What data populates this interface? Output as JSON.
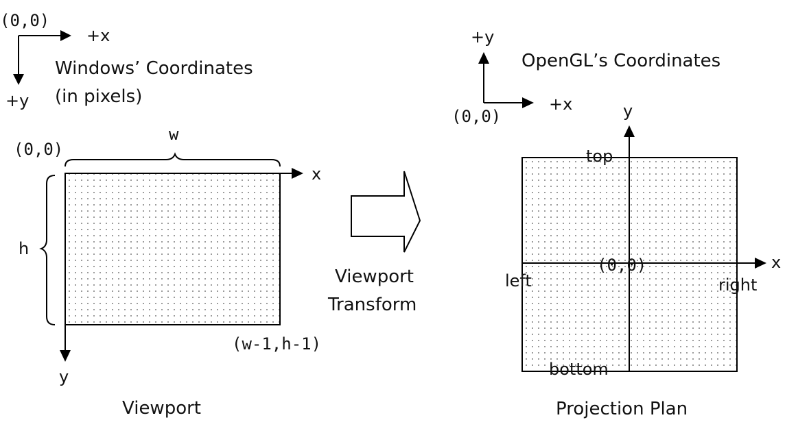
{
  "windows_axes": {
    "origin": "(0,0)",
    "x_label": "+x",
    "y_label": "+y",
    "title_line1": "Windows’ Coordinates",
    "title_line2": "(in pixels)"
  },
  "opengl_axes": {
    "origin": "(0,0)",
    "x_label": "+x",
    "y_label": "+y",
    "title": "OpenGL’s Coordinates"
  },
  "viewport": {
    "origin": "(0,0)",
    "width_label": "w",
    "height_label": "h",
    "x_axis": "x",
    "y_axis": "y",
    "corner": "(w-1,h-1)",
    "caption": "Viewport"
  },
  "transform": {
    "line1": "Viewport",
    "line2": "Transform"
  },
  "projection": {
    "x_axis": "x",
    "y_axis": "y",
    "top": "top",
    "bottom": "bottom",
    "left": "left",
    "right": "right",
    "origin": "(0,0)",
    "caption": "Projection Plan"
  }
}
